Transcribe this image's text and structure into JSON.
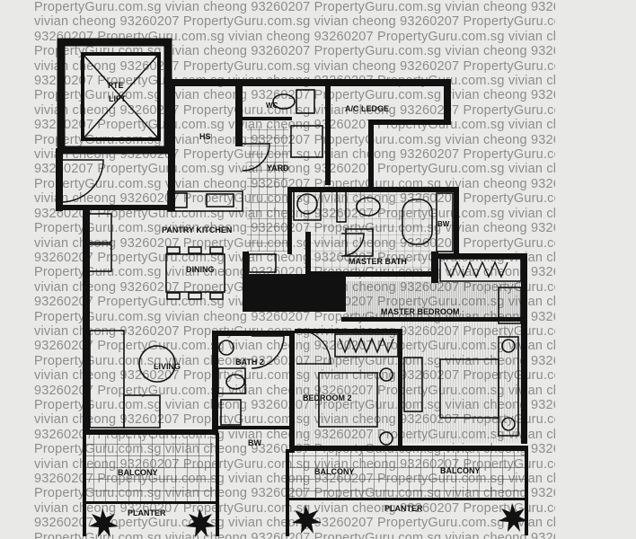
{
  "watermark": {
    "segments": [
      "PropertyGuru.com.sg",
      "vivian cheong",
      "93260207"
    ]
  },
  "labels": {
    "pte_lift_line1": "PTE",
    "pte_lift_line2": "LIFT",
    "hs": "HS",
    "wc": "WC",
    "ac_ledge": "A/C LEDGE",
    "yard": "YARD",
    "pantry_kitchen": "PANTRY KITCHEN",
    "dining": "DINING",
    "master_bath": "MASTER BATH",
    "bw_top": "BW",
    "master_bedroom": "MASTER BEDROOM",
    "living": "LIVING",
    "bath2": "BATH 2",
    "bedroom2": "BEDROOM 2",
    "bw_bottom": "BW",
    "balcony_left": "BALCONY",
    "balcony_mid": "BALCONY",
    "balcony_right": "BALCONY",
    "planter_left": "PLANTER",
    "planter_right": "PLANTER"
  },
  "colors": {
    "wall": "#111111",
    "paper": "#e9e9e7",
    "watermark": "#8d8d8d",
    "floor": "#d9d9d9"
  }
}
